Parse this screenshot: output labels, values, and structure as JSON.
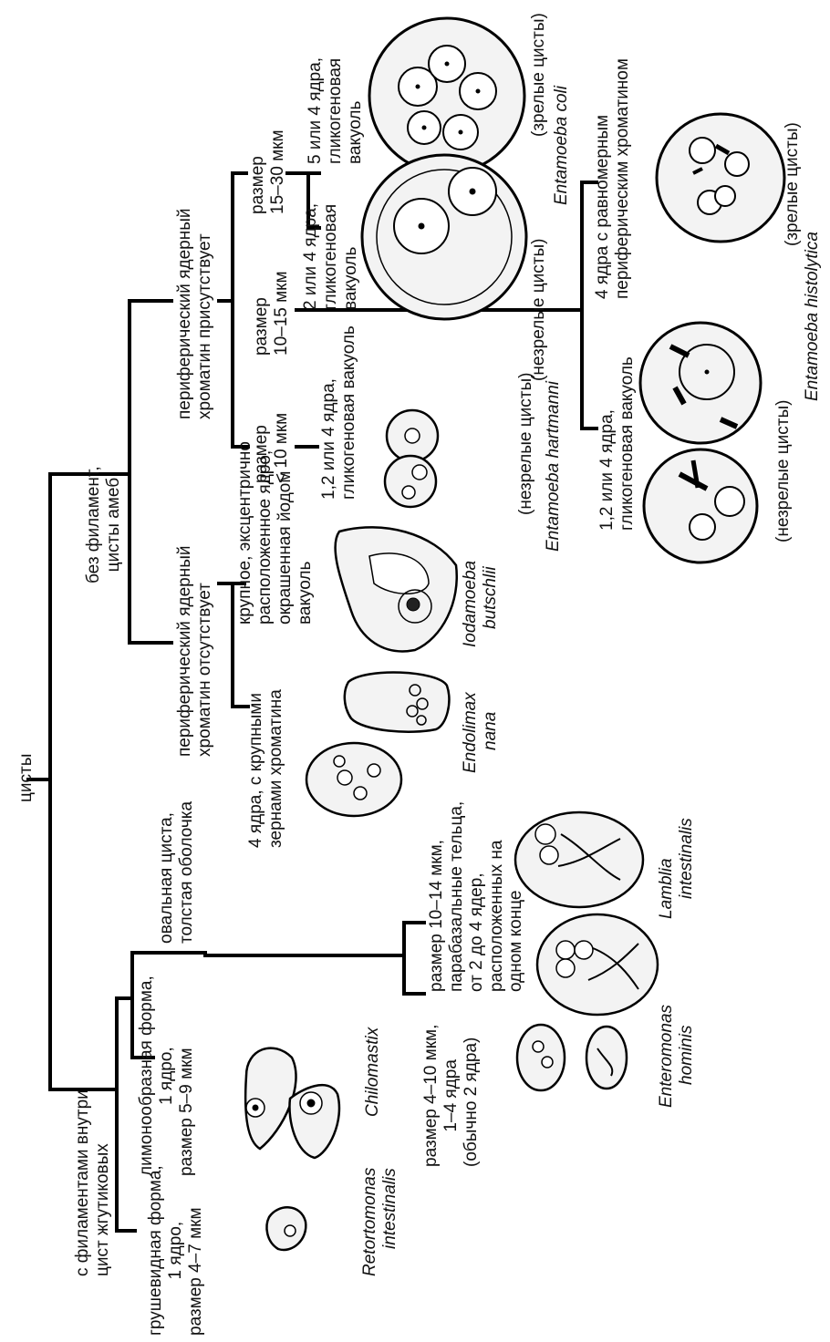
{
  "root": {
    "label": "цисты"
  },
  "branch_flagellate": {
    "label": [
      "с филаментами внутри",
      "цист жгутиковых"
    ]
  },
  "branch_amoeba": {
    "label": [
      "без филамент,",
      "цисты амеб"
    ]
  },
  "amoeba_with_chromatin": {
    "label": [
      "периферический ядерный",
      "хроматин присутствует"
    ]
  },
  "amoeba_without_chromatin": {
    "label": [
      "периферический ядерный",
      "хроматин отсутствует"
    ]
  },
  "size_lt10": {
    "label": [
      "размер",
      "< 10 мкм"
    ]
  },
  "size_10_15": {
    "label": [
      "размер",
      "10–15 мкм"
    ]
  },
  "size_15_30": {
    "label": [
      "размер",
      "15–30 мкм"
    ]
  },
  "hartmanni_desc": {
    "label": [
      "1,2 или 4 ядра,",
      "гликогеновая вакуоль"
    ]
  },
  "coli_immature_desc": {
    "label": [
      "2 или 4 ядра,",
      "гликогеновая",
      "вакуоль"
    ]
  },
  "coli_mature_desc": {
    "label": [
      "5 или 4 ядра,",
      "гликогеновая",
      "вакуоль"
    ]
  },
  "coli_status": {
    "immature": "(незрелые цисты)",
    "mature": "(зрелые цисты)"
  },
  "histolytica_immature_desc": {
    "label": [
      "1,2 или 4 ядра,",
      "гликогеновая вакуоль"
    ]
  },
  "histolytica_mature_desc": {
    "label": [
      "4 ядра с равномерным",
      "периферическим хроматином"
    ]
  },
  "histolytica_status": {
    "immature": "(незрелые цисты)",
    "mature": "(зрелые цисты)"
  },
  "hartmanni_status": "(незрелые цисты)",
  "iodamoeba_desc": {
    "label": [
      "крупное, эксцентрично",
      "расположенное ядро,",
      "окрашенная йодом",
      "вакуоль"
    ]
  },
  "endolimax_desc": {
    "label": [
      "4 ядра, с крупными",
      "зернами хроматина"
    ]
  },
  "pear_desc": {
    "label": [
      "грушевидная форма,",
      "1 ядро,",
      "размер 4–7 мкм"
    ]
  },
  "lemon_desc": {
    "label": [
      "лимонообразная форма,",
      "1 ядро,",
      "размер 5–9 мкм"
    ]
  },
  "oval_desc": {
    "label": [
      "овальная циста,",
      "толстая оболочка"
    ]
  },
  "enteromonas_desc": {
    "label": [
      "размер 4–10 мкм,",
      "1–4 ядра",
      "(обычно 2 ядра)"
    ]
  },
  "lamblia_desc": {
    "label": [
      "размер 10–14 мкм,",
      "парабазальные тельца,",
      "от 2 до 4 ядер,",
      "расположенных на",
      "одном конце"
    ]
  },
  "species": {
    "entamoeba_coli": "Entamoeba coli",
    "entamoeba_hartmanni": "Entamoeba hartmanni",
    "entamoeba_histolytica": "Entamoeba histolytica",
    "iodamoeba": [
      "Iodamoeba",
      "butschlii"
    ],
    "endolimax": [
      "Endolimax",
      "nana"
    ],
    "chilomastix": "Chilomastix",
    "retortomonas": [
      "Retortomonas",
      "intestinalis"
    ],
    "lamblia": [
      "Lamblia",
      "intestinalis"
    ],
    "enteromonas": [
      "Enteromonas",
      "hominis"
    ]
  }
}
